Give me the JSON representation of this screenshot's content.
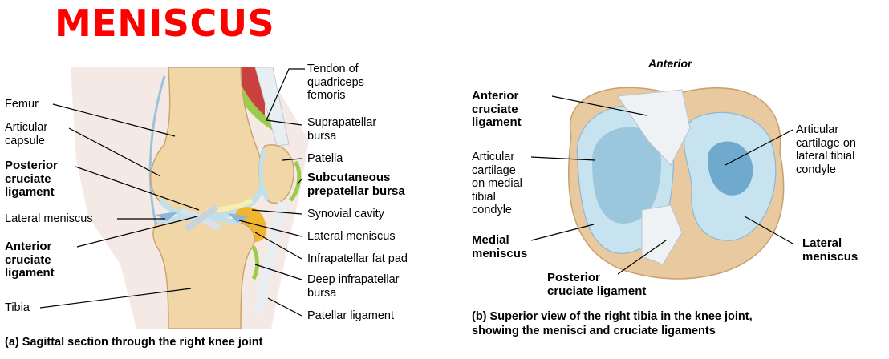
{
  "title": "MENISCUS",
  "colors": {
    "title": "#ff0000",
    "cartilage": "#bfe0ec",
    "bone": "#f1d7a8",
    "ligament": "#e7eef0",
    "muscle": "#c9403f",
    "fat_pad": "#f2b530",
    "bursa": "#9ccc4a"
  },
  "left": {
    "labels": {
      "femur": "Femur",
      "articular_capsule": "Articular\ncapsule",
      "posterior_cruciate": "Posterior\ncruciate\nligament",
      "lateral_meniscus": "Lateral meniscus",
      "anterior_cruciate": "Anterior\ncruciate\nligament",
      "tibia": "Tibia",
      "tendon_quadriceps": "Tendon of\nquadriceps\nfemoris",
      "suprapatellar_bursa": "Suprapatellar\nbursa",
      "patella": "Patella",
      "subcutaneous_bursa": "Subcutaneous\nprepatellar bursa",
      "synovial_cavity": "Synovial cavity",
      "lateral_meniscus_r": "Lateral meniscus",
      "infrapatellar_fat_pad": "Infrapatellar fat pad",
      "deep_infrapatellar_bursa": "Deep infrapatellar\nbursa",
      "patellar_ligament": "Patellar ligament"
    },
    "caption": "(a) Sagittal section through the right knee joint"
  },
  "right": {
    "labels": {
      "anterior": "Anterior",
      "anterior_cruciate": "Anterior\ncruciate\nligament",
      "articular_cartilage_medial": "Articular\ncartilage\non medial\ntibial\ncondyle",
      "medial_meniscus": "Medial\nmeniscus",
      "posterior_cruciate": "Posterior\ncruciate ligament",
      "articular_cartilage_lateral": "Articular\ncartilage on\nlateral tibial\ncondyle",
      "lateral_meniscus": "Lateral\nmeniscus"
    },
    "caption": "(b) Superior view of the right tibia in the knee joint,\n     showing the menisci and cruciate ligaments"
  }
}
